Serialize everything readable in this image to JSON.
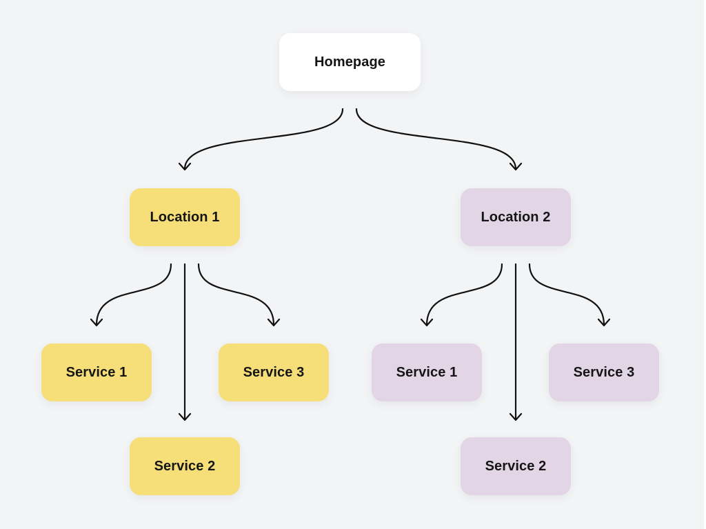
{
  "colors": {
    "background": "#f3f4f6",
    "root_fill": "#ffffff",
    "location_1_fill": "#f6df79",
    "location_2_fill": "#e2d5e6",
    "connector": "#111111"
  },
  "diagram": {
    "root": {
      "label": "Homepage"
    },
    "locations": [
      {
        "label": "Location 1",
        "services": [
          {
            "label": "Service 1"
          },
          {
            "label": "Service 2"
          },
          {
            "label": "Service 3"
          }
        ]
      },
      {
        "label": "Location 2",
        "services": [
          {
            "label": "Service 1"
          },
          {
            "label": "Service 2"
          },
          {
            "label": "Service 3"
          }
        ]
      }
    ]
  }
}
